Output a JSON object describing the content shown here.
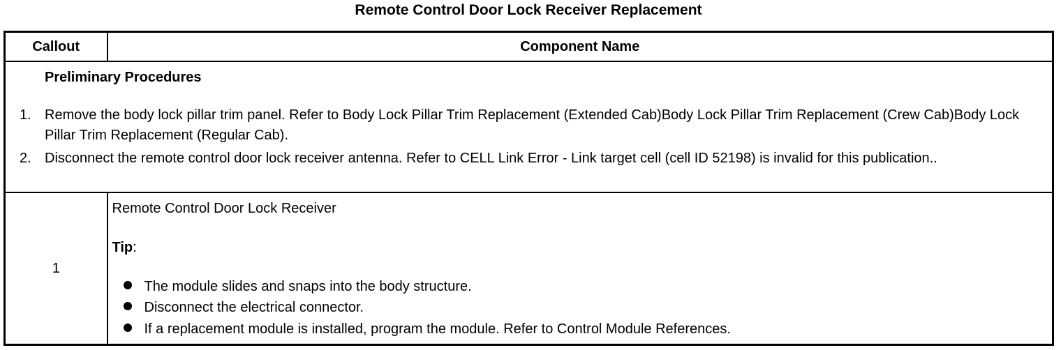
{
  "title": "Remote Control Door Lock Receiver Replacement",
  "table": {
    "headers": [
      "Callout",
      "Component Name"
    ],
    "preliminary": {
      "title": "Preliminary Procedures",
      "steps": [
        {
          "num": "1.",
          "text": "Remove the body lock pillar trim panel. Refer to Body Lock Pillar Trim Replacement (Extended Cab)Body Lock Pillar Trim Replacement (Crew Cab)Body Lock Pillar Trim Replacement (Regular Cab)."
        },
        {
          "num": "2.",
          "text": "Disconnect the remote control door lock receiver antenna. Refer to CELL Link Error - Link target cell (cell ID 52198) is invalid for this publication.."
        }
      ]
    },
    "rows": [
      {
        "callout": "1",
        "component": "Remote Control Door Lock Receiver",
        "tip_label": "Tip",
        "tip_colon": ":",
        "bullets": [
          "The module slides and snaps into the body structure.",
          "Disconnect the electrical connector.",
          "If a replacement module is installed, program the module. Refer to Control Module References."
        ]
      }
    ]
  }
}
